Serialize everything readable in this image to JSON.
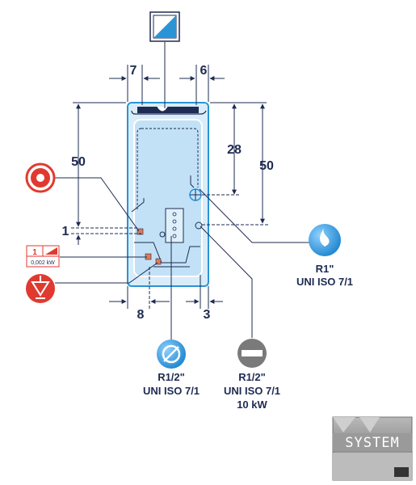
{
  "dimensions": {
    "top_left": "7",
    "top_right": "6",
    "left_height": "50",
    "right_inner": "28",
    "right_outer": "50",
    "left_small": "1",
    "bottom_left": "8",
    "bottom_right": "3"
  },
  "connections": {
    "right": {
      "line1": "R1\"",
      "line2": "UNI ISO 7/1"
    },
    "bottom_left": {
      "line1": "R1/2\"",
      "line2": "UNI ISO 7/1"
    },
    "bottom_right": {
      "line1": "R1/2\"",
      "line2": "UNI ISO 7/1",
      "line3": "10 kW"
    }
  },
  "power_badge": {
    "number": "1",
    "value": "0,002 kW"
  },
  "logo": {
    "text": "SYSTEM"
  },
  "colors": {
    "line": "#1e2b52",
    "accent_blue": "#2a94d6",
    "light_blue": "#cfe8f8",
    "red": "#e03a30",
    "gray": "#7a7a7a"
  },
  "icons": {
    "top": "water-inlet-icon",
    "red_left": "electrical-connection-icon",
    "red_bottom": "drain-funnel-icon",
    "blue_right": "water-supply-icon",
    "blue_bottom": "soft-water-icon",
    "gray_bottom": "gas-connection-icon"
  }
}
